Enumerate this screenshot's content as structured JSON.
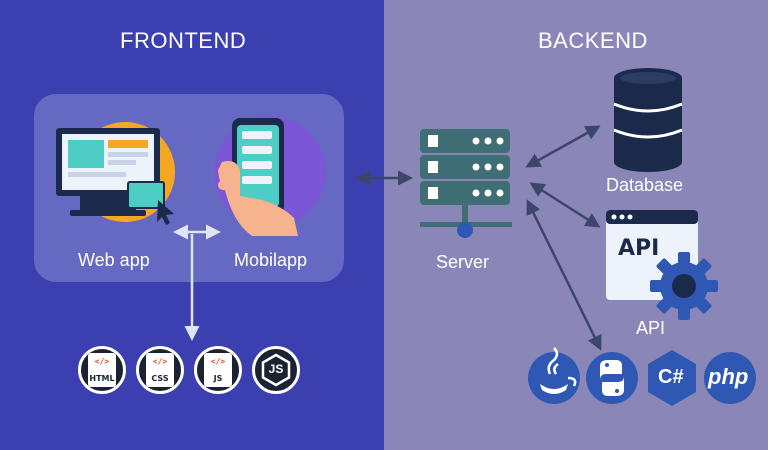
{
  "colors": {
    "frontend_bg": "#3c3fb0",
    "backend_bg": "#8a86b8",
    "dark_navy": "#1b2a4a",
    "accent_orange": "#f5a623",
    "accent_teal": "#4ecdc4",
    "accent_purple": "#7b57d6",
    "server_teal": "#3f6e74",
    "arrow_light": "#dfe4f2",
    "arrow_dark": "#3c456a",
    "gear_blue": "#2f58b5"
  },
  "frontend": {
    "heading": "FRONTEND",
    "web_app_label": "Web app",
    "mobile_app_label": "Mobilapp",
    "tech_icons": [
      {
        "name": "html-badge-icon",
        "label": "HTML"
      },
      {
        "name": "css-badge-icon",
        "label": "CSS"
      },
      {
        "name": "js-badge-icon",
        "label": "JS"
      },
      {
        "name": "nodejs-badge-icon",
        "label": "JS"
      }
    ],
    "code_glyph": "</>"
  },
  "backend": {
    "heading": "BACKEND",
    "server_label": "Server",
    "database_label": "Database",
    "api_label": "API",
    "api_window_text": "API",
    "languages": [
      {
        "name": "java-badge-icon"
      },
      {
        "name": "python-badge-icon"
      },
      {
        "name": "csharp-badge-icon",
        "text": "C#"
      },
      {
        "name": "php-badge-icon",
        "text": "php"
      }
    ]
  }
}
